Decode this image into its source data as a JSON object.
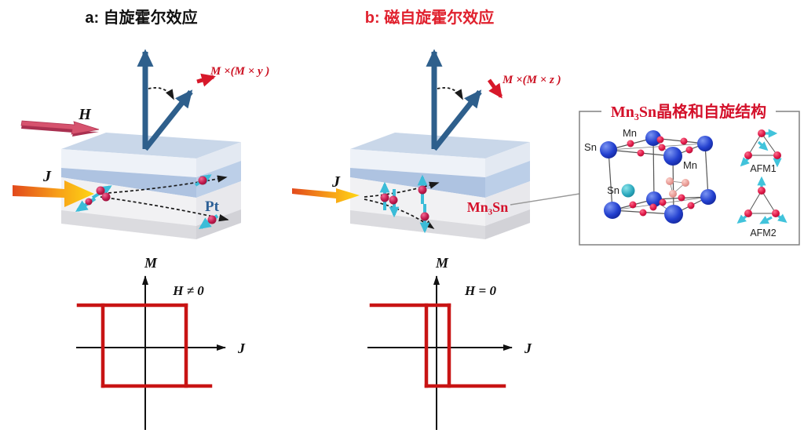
{
  "panel_a": {
    "title": "a: 自旋霍尔效应",
    "field_label": "H",
    "current_label": "J",
    "layer_label": "Pt",
    "torque_label": "M ×(M × y )"
  },
  "panel_b": {
    "title": "b: 磁自旋霍尔效应",
    "current_label": "J",
    "layer_label": "Mn₃Sn",
    "torque_label": "M ×(M × z )"
  },
  "inset": {
    "title": "Mn₃Sn晶格和自旋结构",
    "sn_corner_label": "Sn",
    "mn_top_label": "Mn",
    "sn_center_label": "Sn",
    "mn_middle_label": "Mn",
    "afm1_label": "AFM1",
    "afm2_label": "AFM2"
  },
  "chart_a": {
    "y_axis_label": "M",
    "x_axis_label": "J",
    "condition_label": "H ≠ 0",
    "loop_type": "wide square hysteresis loop"
  },
  "chart_b": {
    "y_axis_label": "M",
    "x_axis_label": "J",
    "condition_label": "H = 0",
    "loop_type": "narrow square hysteresis loop"
  },
  "chart_data": [
    {
      "type": "line",
      "title": "M vs J, H ≠ 0",
      "xlabel": "J",
      "ylabel": "M",
      "series": [
        {
          "name": "hysteresis",
          "values": "square loop, switching at J = ±0.5 (normalized), M = ±1"
        }
      ]
    },
    {
      "type": "line",
      "title": "M vs J, H = 0",
      "xlabel": "J",
      "ylabel": "M",
      "series": [
        {
          "name": "hysteresis",
          "values": "narrow square loop, switching near J = 0 (±0.13 normalized), M = ±1"
        }
      ]
    }
  ],
  "colors": {
    "title_b_red": "#e0212e",
    "torque_red": "#cc1122",
    "arrow_blue": "#2e5f8c",
    "loop_red": "#c81414",
    "pt_blue": "#2d6096",
    "mn3sn_red": "#d4102a",
    "layer_blue_band": "#aec3e1",
    "j_gradient": [
      "#e2491c",
      "#f79e18",
      "#ffd713"
    ],
    "h_pink": "#d6536e",
    "spin_cyan": "#3bbcd8",
    "electron_magenta": "#c01a4e",
    "crystal_blue": "#2340cf",
    "crystal_red": "#e01848",
    "crystal_pink": "#e89a94",
    "crystal_cyan": "#2aa8bd"
  }
}
